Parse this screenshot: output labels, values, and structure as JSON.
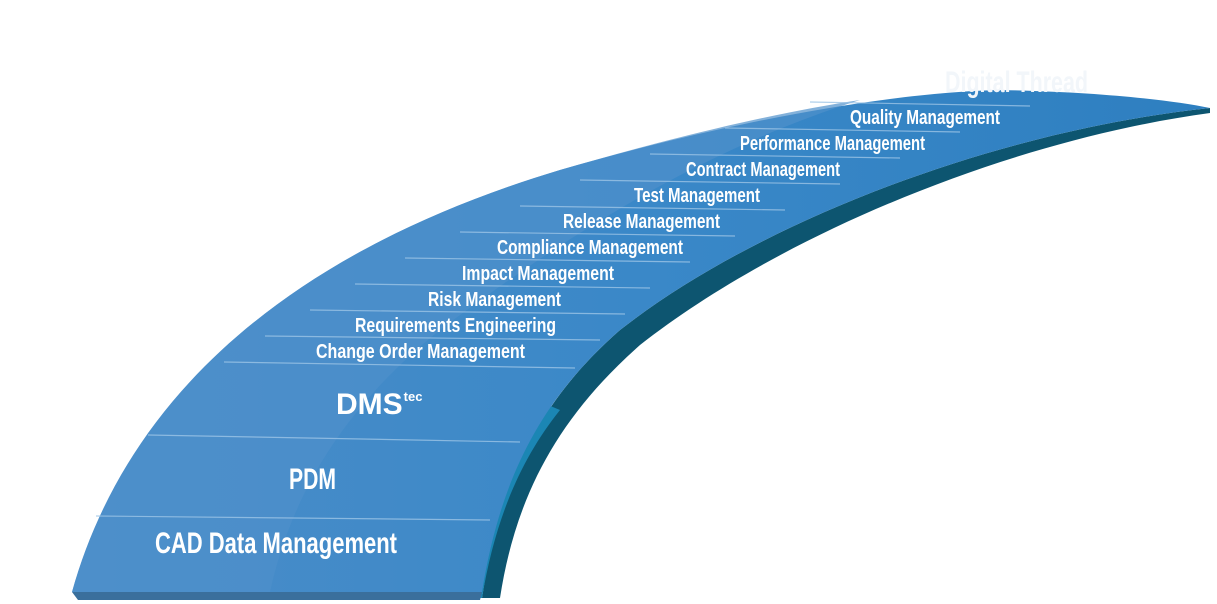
{
  "diagram": {
    "title": "Digital Thread",
    "stages": [
      "CAD Data Management",
      "PDM",
      "DMS",
      "Change Order Management",
      "Requirements Engineering",
      "Risk Management",
      "Impact Management",
      "Compliance Management",
      "Release Management",
      "Test Management",
      "Contract Management",
      "Performance Management",
      "Quality Management"
    ],
    "dms_superscript": "tec",
    "colors": {
      "road_light": "#4a8cc8",
      "road_main": "#2f86c8",
      "edge": "#1a7fae",
      "underside": "#0d4f6a"
    }
  }
}
